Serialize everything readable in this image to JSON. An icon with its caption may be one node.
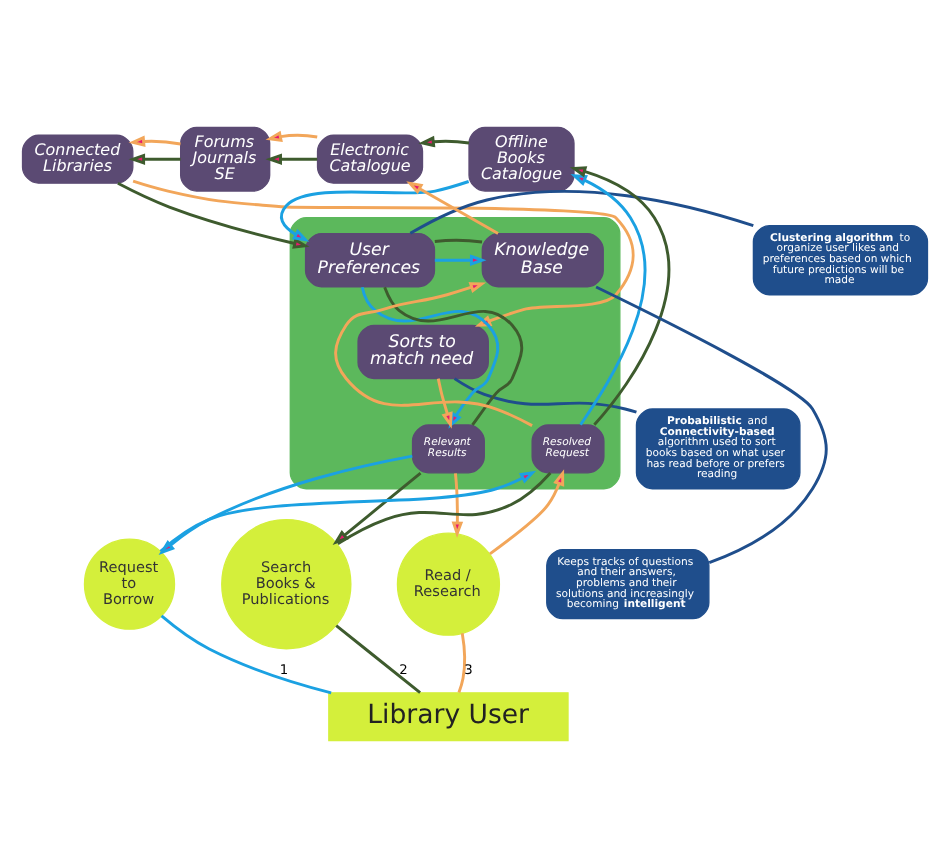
{
  "diagram": {
    "nodes": [
      {
        "text": [
          "Connected Libraries"
        ]
      },
      {
        "text": [
          "Forums Journals SE"
        ]
      },
      {
        "text": [
          "Electronic Catalogue"
        ]
      },
      {
        "text": [
          "Offline Books Catalogue"
        ]
      },
      {
        "text": [],
        "shape": "box"
      },
      {
        "text": [
          "User Preferences"
        ],
        "in": 4
      },
      {
        "text": [
          "Knowledge Base"
        ],
        "in": 4
      },
      {
        "text": [
          "Sorts to match need"
        ],
        "in": 4
      },
      {
        "text": [
          "Relevant Results"
        ],
        "in": 4
      },
      {
        "text": [
          "Resolved Request"
        ],
        "in": 4
      },
      {
        "text": [
          "**Clustering algorithm** to organize user likes and preferences based on which future predictions will be made"
        ]
      },
      {
        "text": [
          "**Probabilistic** and **Connectivity-based** algorithm used to sort books based on what user has read before or prefers reading"
        ]
      },
      {
        "text": [
          "Keeps tracks of questions and their answers, problems and their solutions and increasingly becoming **intelligent**"
        ]
      },
      {
        "text": [
          "Request to Borrow"
        ]
      },
      {
        "text": [
          "Search Books & Publications"
        ]
      },
      {
        "text": [
          "Read / Research"
        ]
      },
      {
        "text": [
          "Library User"
        ]
      }
    ],
    "edges": [
      {
        "from": 3,
        "to": 2,
        "arrow": "to",
        "color": "#3e5b2e"
      },
      {
        "from": 2,
        "to": 1,
        "arrow": "to",
        "color": "#3e5b2e"
      },
      {
        "from": 2,
        "to": 1,
        "arrow": "to",
        "color": "#f2a65a"
      },
      {
        "from": 1,
        "to": 0,
        "arrow": "to",
        "color": "#3e5b2e"
      },
      {
        "from": 1,
        "to": 0,
        "arrow": "to",
        "color": "#f2a65a"
      },
      {
        "from": 0,
        "to": 7,
        "arrow": "to",
        "color": "#f2a65a"
      },
      {
        "from": 0,
        "to": 5,
        "arrow": "to",
        "color": "#3e5b2e"
      },
      {
        "from": 6,
        "to": 2,
        "arrow": "to",
        "color": "#f2a65a"
      },
      {
        "from": 3,
        "to": 5,
        "arrow": "to",
        "color": "#1ba1e2"
      },
      {
        "from": 9,
        "to": 3,
        "arrow": "to",
        "color": "#1ba1e2"
      },
      {
        "from": 9,
        "to": 3,
        "arrow": "to",
        "color": "#3e5b2e"
      },
      {
        "from": 14,
        "to": 9,
        "arrow": "none",
        "color": "#3e5b2e"
      },
      {
        "from": 5,
        "to": 6,
        "arrow": "to",
        "color": "#1ba1e2"
      },
      {
        "from": 5,
        "to": 6,
        "arrow": "none",
        "color": "#3e5b2e"
      },
      {
        "from": 5,
        "to": 8,
        "arrow": "to",
        "color": "#1ba1e2"
      },
      {
        "from": 5,
        "to": 8,
        "arrow": "none",
        "color": "#3e5b2e"
      },
      {
        "from": 7,
        "to": 8,
        "arrow": "to",
        "color": "#f2a65a"
      },
      {
        "from": 8,
        "to": 15,
        "arrow": "to",
        "color": "#f2a65a"
      },
      {
        "from": 8,
        "to": 13,
        "arrow": "to",
        "color": "#1ba1e2"
      },
      {
        "from": 8,
        "to": 14,
        "arrow": "to",
        "color": "#3e5b2e"
      },
      {
        "from": 13,
        "to": 9,
        "arrow": "to",
        "color": "#1ba1e2"
      },
      {
        "from": 15,
        "to": 9,
        "arrow": "to",
        "color": "#f2a65a"
      },
      {
        "from": 9,
        "to": 6,
        "arrow": "to",
        "color": "#f2a65a"
      },
      {
        "from": 10,
        "to": 5,
        "arrow": "none",
        "color": "#1f4e8c"
      },
      {
        "from": 11,
        "to": 7,
        "arrow": "none",
        "color": "#1f4e8c"
      },
      {
        "from": 12,
        "to": 6,
        "arrow": "none",
        "color": "#1f4e8c"
      },
      {
        "from": 16,
        "to": 13,
        "arrow": "none",
        "color": "#1ba1e2",
        "label": "1"
      },
      {
        "from": 16,
        "to": 14,
        "arrow": "none",
        "color": "#3e5b2e",
        "label": "2"
      },
      {
        "from": 16,
        "to": 15,
        "arrow": "none",
        "color": "#f2a65a",
        "label": "3"
      }
    ]
  }
}
